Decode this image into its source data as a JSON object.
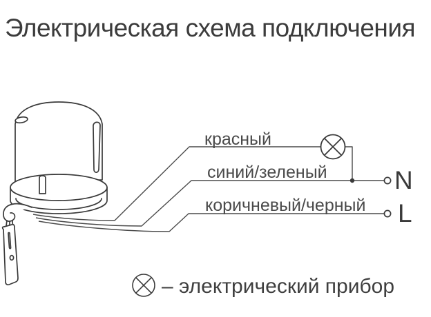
{
  "title": "Электрическая схема подключения",
  "wires": [
    {
      "label": "красный"
    },
    {
      "label": "синий/зеленый"
    },
    {
      "label": "коричневый/черный"
    }
  ],
  "terminals": {
    "neutral": "N",
    "line": "L"
  },
  "legend": {
    "symbol": "lamp-circle-x-icon",
    "text": "– электрический прибор"
  },
  "colors": {
    "background": "#ffffff",
    "line_art": "#3a3a3a",
    "wire_line": "#4a4a4a",
    "label_text": "#4a4a4a",
    "title_text": "#3c3c3c"
  }
}
